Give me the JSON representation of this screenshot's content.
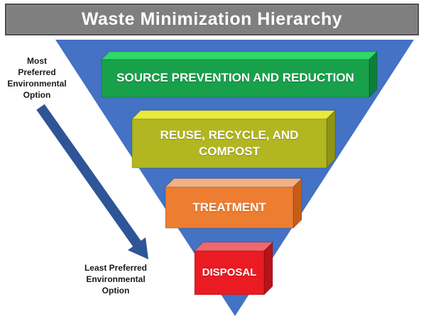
{
  "title": {
    "text": "Waste Minimization Hierarchy",
    "bg_color": "#7f7f7f",
    "text_color": "#ffffff"
  },
  "triangle": {
    "color": "#4472c4"
  },
  "arrow": {
    "color": "#2f5597"
  },
  "annotations": {
    "most_preferred": "Most\nPreferred\nEnvironmental\nOption",
    "least_preferred": "Least Preferred\nEnvironmental\nOption"
  },
  "pyramid": {
    "layers": [
      {
        "rank": 1,
        "label": "SOURCE PREVENTION AND REDUCTION",
        "colors": {
          "front": "#18a04b",
          "top": "#2ed969",
          "side": "#0e7e39"
        }
      },
      {
        "rank": 2,
        "label": "REUSE, RECYCLE, AND\nCOMPOST",
        "colors": {
          "front": "#b1b621",
          "top": "#ebe93a",
          "side": "#8f9414"
        }
      },
      {
        "rank": 3,
        "label": "TREATMENT",
        "colors": {
          "front": "#ed7d31",
          "top": "#f4b183",
          "side": "#c55d19"
        }
      },
      {
        "rank": 4,
        "label": "DISPOSAL",
        "colors": {
          "front": "#ea1b22",
          "top": "#f2686d",
          "side": "#b8121a"
        }
      }
    ]
  }
}
